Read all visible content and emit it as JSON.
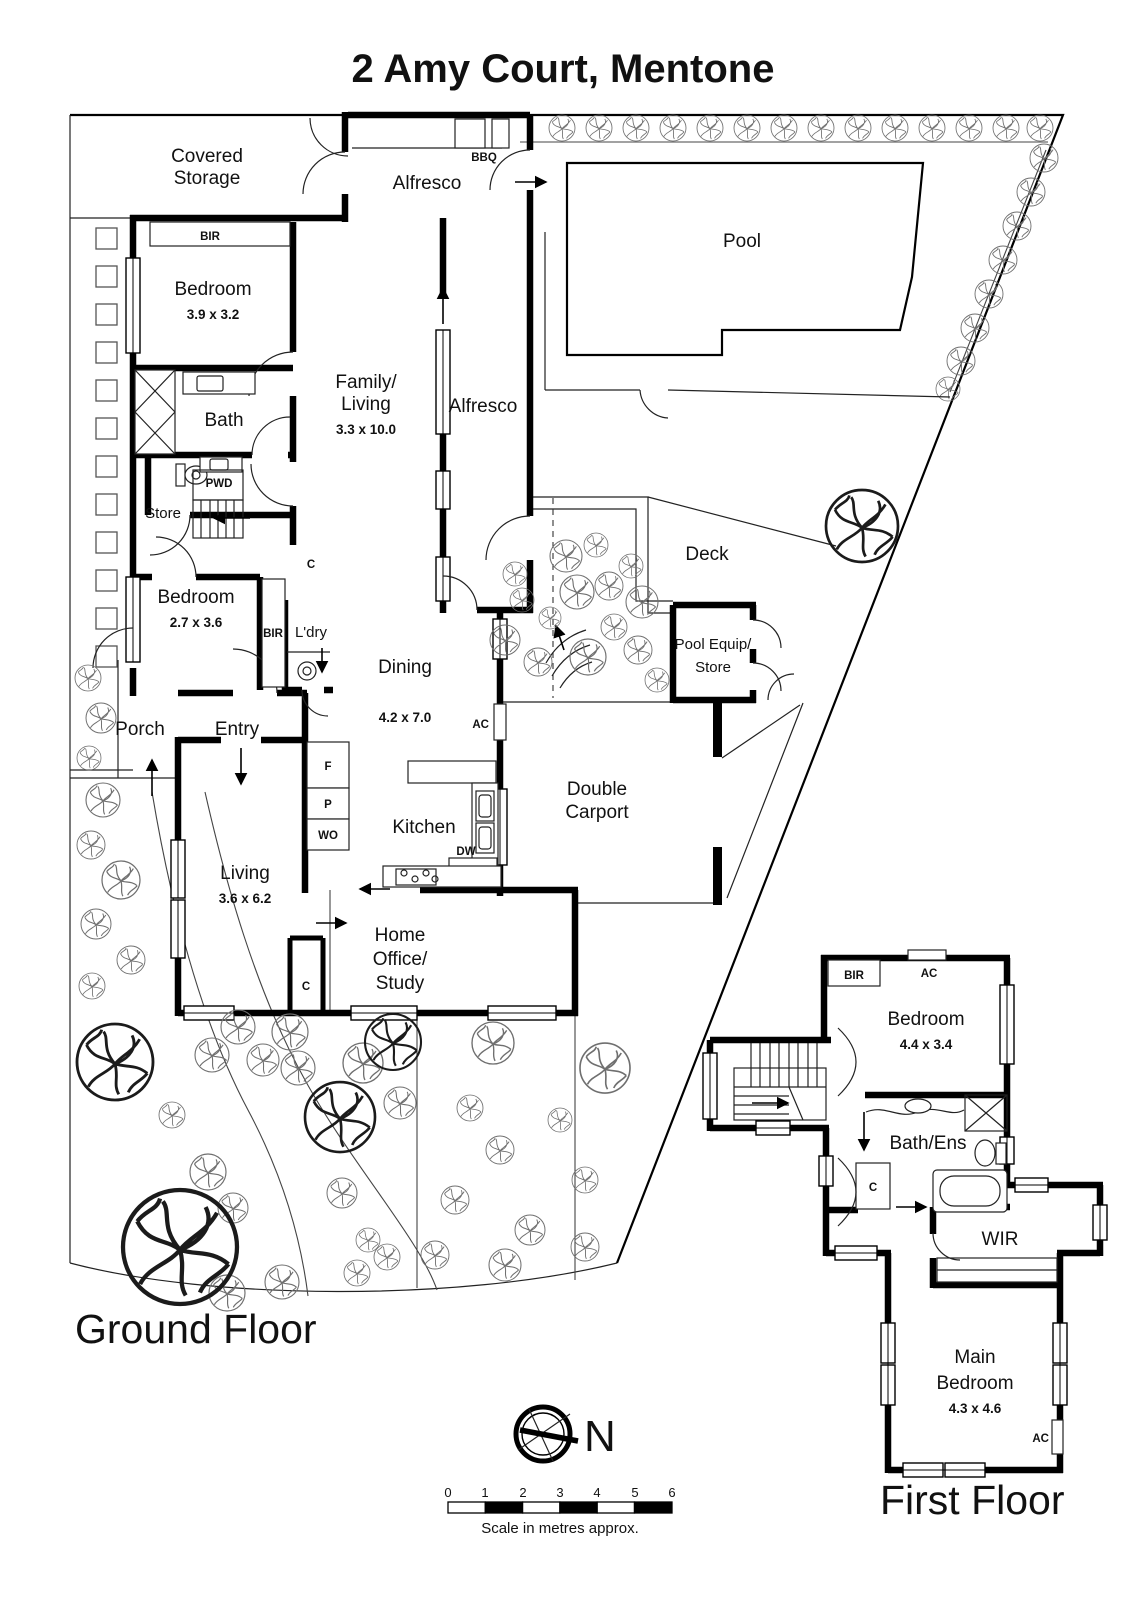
{
  "title": "2 Amy Court, Mentone",
  "colors": {
    "ink": "#111111",
    "wall": "#000000",
    "hedge": "#6f6f6f"
  },
  "ground_floor": {
    "label": "Ground Floor",
    "covered_storage_line1": "Covered",
    "covered_storage_line2": "Storage",
    "alfresco_upper": "Alfresco",
    "bbq": "BBQ",
    "pool": "Pool",
    "bedroom1_bir": "BIR",
    "bedroom1_name": "Bedroom",
    "bedroom1_dims": "3.9 x 3.2",
    "family_line1": "Family/",
    "family_line2": "Living",
    "family_dims": "3.3 x 10.0",
    "alfresco_side": "Alfresco",
    "bath": "Bath",
    "pwd": "PWD",
    "store": "Store",
    "bedroom2_name": "Bedroom",
    "bedroom2_dims": "2.7 x 3.6",
    "bedroom2_bir": "BIR",
    "laundry": "L'dry",
    "cupboard1": "C",
    "dining_name": "Dining",
    "dining_dims": "4.2 x 7.0",
    "ac": "AC",
    "deck": "Deck",
    "pool_equip_line1": "Pool Equip/",
    "pool_equip_line2": "Store",
    "porch": "Porch",
    "entry": "Entry",
    "pantry_f": "F",
    "pantry_p": "P",
    "pantry_wo": "WO",
    "kitchen": "Kitchen",
    "dw": "DW",
    "carport_line1": "Double",
    "carport_line2": "Carport",
    "living_name": "Living",
    "living_dims": "3.6 x 6.2",
    "office_line1": "Home",
    "office_line2": "Office/",
    "office_line3": "Study",
    "cupboard2": "C"
  },
  "first_floor": {
    "label": "First Floor",
    "bir": "BIR",
    "ac_upper": "AC",
    "bedroom_name": "Bedroom",
    "bedroom_dims": "4.4 x 3.4",
    "bath_ens": "Bath/Ens",
    "cupboard": "C",
    "wir": "WIR",
    "main_line1": "Main",
    "main_line2": "Bedroom",
    "main_dims": "4.3 x 4.6",
    "ac_lower": "AC"
  },
  "compass": {
    "north": "N"
  },
  "scale_bar": {
    "ticks": [
      "0",
      "1",
      "2",
      "3",
      "4",
      "5",
      "6"
    ],
    "caption": "Scale in metres approx."
  }
}
